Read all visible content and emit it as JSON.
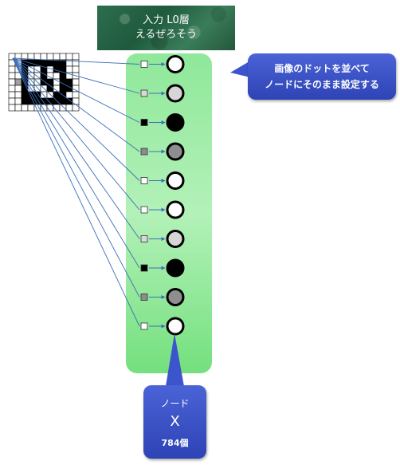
{
  "title": {
    "line1": "入力 L0層",
    "line2": "えるぜろそう"
  },
  "callout_top": {
    "line1": "画像のドットを並べて",
    "line2": "ノードにそのまま設定する"
  },
  "callout_bottom": {
    "line1": "ノード",
    "line2": "X",
    "line3": "784個"
  },
  "colors": {
    "panel_top": "#8fe89a",
    "panel_mid": "#b3f1b8",
    "panel_bottom": "#74e07e",
    "arrow": "#3a6fb8",
    "callout": "#3d55cc"
  },
  "nodes": [
    {
      "value": "white"
    },
    {
      "value": "lightgray"
    },
    {
      "value": "black"
    },
    {
      "value": "gray"
    },
    {
      "value": "white"
    },
    {
      "value": "white"
    },
    {
      "value": "lightgray"
    },
    {
      "value": "black"
    },
    {
      "value": "gray"
    },
    {
      "value": "white"
    }
  ],
  "pixel_grid": [
    [
      0,
      0,
      0,
      0,
      0,
      0,
      0,
      0,
      0,
      0,
      0
    ],
    [
      0,
      0,
      1,
      1,
      1,
      1,
      1,
      1,
      1,
      0,
      0
    ],
    [
      0,
      0,
      1,
      0,
      0,
      1,
      0,
      1,
      1,
      0,
      0
    ],
    [
      0,
      0,
      1,
      0,
      0,
      1,
      0,
      0,
      1,
      0,
      0
    ],
    [
      0,
      2,
      1,
      0,
      0,
      1,
      1,
      0,
      1,
      1,
      0
    ],
    [
      0,
      0,
      1,
      0,
      0,
      0,
      1,
      0,
      1,
      1,
      0
    ],
    [
      0,
      0,
      1,
      1,
      1,
      0,
      0,
      1,
      1,
      0,
      0
    ],
    [
      0,
      0,
      1,
      1,
      1,
      1,
      1,
      1,
      1,
      1,
      0
    ],
    [
      0,
      0,
      0,
      0,
      0,
      0,
      0,
      0,
      0,
      0,
      0
    ]
  ]
}
